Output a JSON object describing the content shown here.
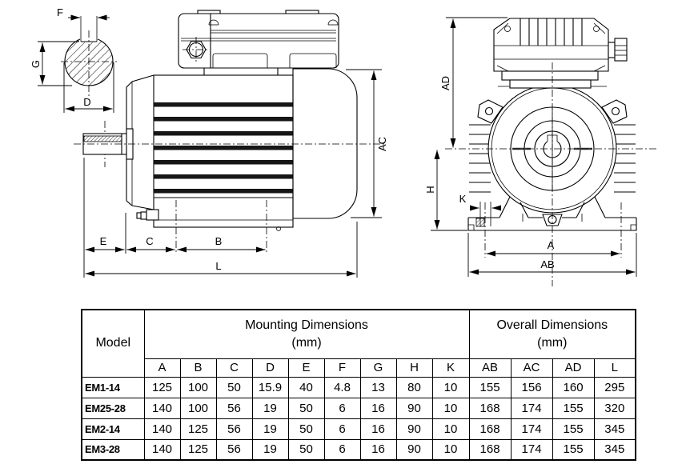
{
  "drawing": {
    "labels": {
      "f": "F",
      "g": "G",
      "d": "D",
      "e": "E",
      "c": "C",
      "b": "B",
      "l": "L",
      "ac": "AC",
      "ad": "AD",
      "h": "H",
      "k": "K",
      "a": "A",
      "ab": "AB"
    }
  },
  "table": {
    "model_header": "Model",
    "group1": "Mounting Dimensions",
    "group1_unit": "(mm)",
    "group2": "Overall Dimensions",
    "group2_unit": "(mm)",
    "columns": [
      "A",
      "B",
      "C",
      "D",
      "E",
      "F",
      "G",
      "H",
      "K",
      "AB",
      "AC",
      "AD",
      "L"
    ],
    "rows": [
      {
        "model": "EM1-14",
        "values": [
          "125",
          "100",
          "50",
          "15.9",
          "40",
          "4.8",
          "13",
          "80",
          "10",
          "155",
          "156",
          "160",
          "295"
        ]
      },
      {
        "model": "EM25-28",
        "values": [
          "140",
          "100",
          "56",
          "19",
          "50",
          "6",
          "16",
          "90",
          "10",
          "168",
          "174",
          "155",
          "320"
        ]
      },
      {
        "model": "EM2-14",
        "values": [
          "140",
          "125",
          "56",
          "19",
          "50",
          "6",
          "16",
          "90",
          "10",
          "168",
          "174",
          "155",
          "345"
        ]
      },
      {
        "model": "EM3-28",
        "values": [
          "140",
          "125",
          "56",
          "19",
          "50",
          "6",
          "16",
          "90",
          "10",
          "168",
          "174",
          "155",
          "345"
        ]
      }
    ]
  },
  "colors": {
    "line": "#000000",
    "background": "#ffffff"
  }
}
